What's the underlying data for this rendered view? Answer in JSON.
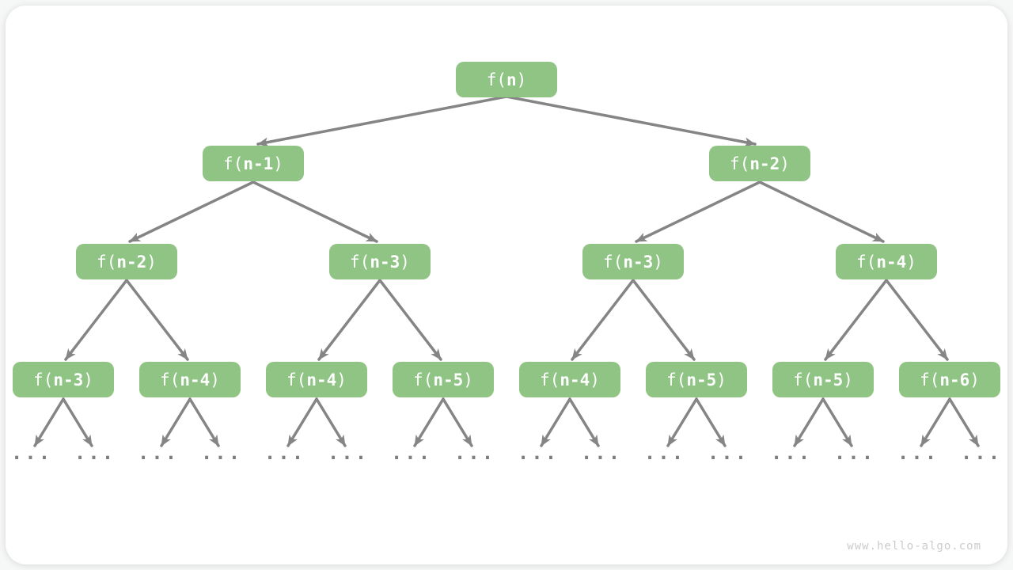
{
  "page": {
    "watermark": "www.hello-algo.com",
    "background_color": "#ffffff"
  },
  "colors": {
    "node_fill": "#8fc485",
    "node_text": "#ffffff",
    "edge": "#858585",
    "ellipsis": "#7f7f7f",
    "watermark": "#cbcbcb"
  },
  "tree": {
    "ellipsis": "...",
    "levels": [
      {
        "nodes": [
          {
            "pre": "f(",
            "arg": "n",
            "post": ")"
          }
        ]
      },
      {
        "nodes": [
          {
            "pre": "f(",
            "arg": "n-1",
            "post": ")"
          },
          {
            "pre": "f(",
            "arg": "n-2",
            "post": ")"
          }
        ]
      },
      {
        "nodes": [
          {
            "pre": "f(",
            "arg": "n-2",
            "post": ")"
          },
          {
            "pre": "f(",
            "arg": "n-3",
            "post": ")"
          },
          {
            "pre": "f(",
            "arg": "n-3",
            "post": ")"
          },
          {
            "pre": "f(",
            "arg": "n-4",
            "post": ")"
          }
        ]
      },
      {
        "nodes": [
          {
            "pre": "f(",
            "arg": "n-3",
            "post": ")"
          },
          {
            "pre": "f(",
            "arg": "n-4",
            "post": ")"
          },
          {
            "pre": "f(",
            "arg": "n-4",
            "post": ")"
          },
          {
            "pre": "f(",
            "arg": "n-5",
            "post": ")"
          },
          {
            "pre": "f(",
            "arg": "n-4",
            "post": ")"
          },
          {
            "pre": "f(",
            "arg": "n-5",
            "post": ")"
          },
          {
            "pre": "f(",
            "arg": "n-5",
            "post": ")"
          },
          {
            "pre": "f(",
            "arg": "n-6",
            "post": ")"
          }
        ]
      }
    ]
  }
}
